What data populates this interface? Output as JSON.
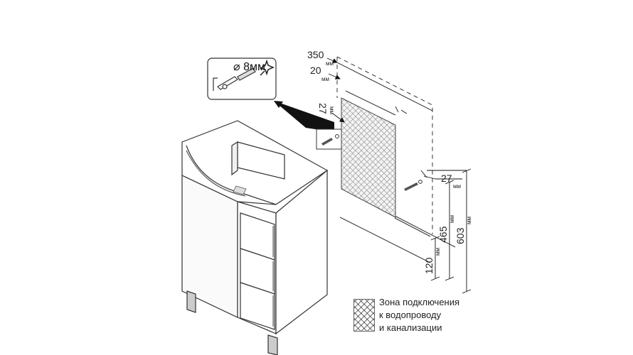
{
  "callout": {
    "drill_size": "8мм",
    "diameter_symbol": "⌀"
  },
  "dimensions": {
    "d350": "350",
    "d20": "20",
    "d27_top": "27",
    "d27_right": "27",
    "d120": "120",
    "d465": "465",
    "d603": "603",
    "unit": "мм"
  },
  "legend": {
    "line1": "Зона подключения",
    "line2": "к водопроводу",
    "line3": "и канализации"
  }
}
